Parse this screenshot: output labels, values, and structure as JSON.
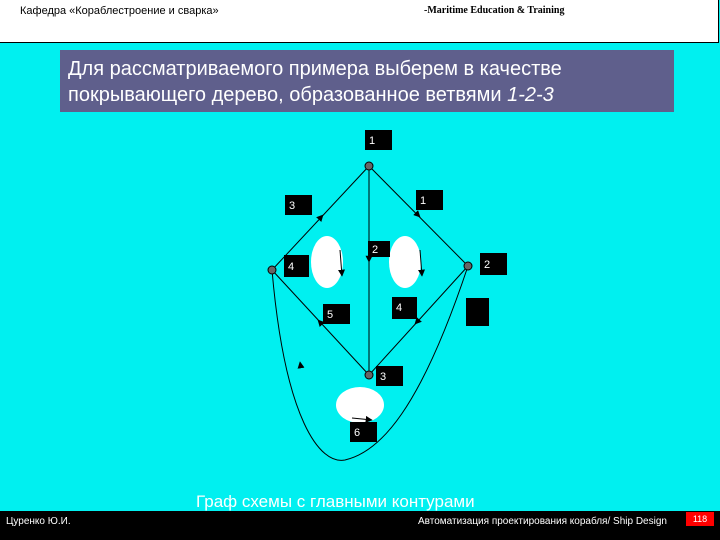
{
  "header": {
    "department": "Кафедра «Кораблестроение и сварка»",
    "program": "-Maritime Education & Training"
  },
  "slide": {
    "title_main": "Для рассматриваемого примера выберем в качестве покрывающего дерево, образованное ветвями",
    "title_branches": "1-2-3",
    "caption": "Граф схемы с главными контурами"
  },
  "graph": {
    "node_labels": [
      "1",
      "2",
      "3",
      "4"
    ],
    "branch_labels": [
      "1",
      "2",
      "3",
      "4",
      "5",
      "6"
    ]
  },
  "footer": {
    "author": "Цуренко Ю.И.",
    "course": "Автоматизация проектирования корабля/ Ship Design",
    "page": "118"
  }
}
